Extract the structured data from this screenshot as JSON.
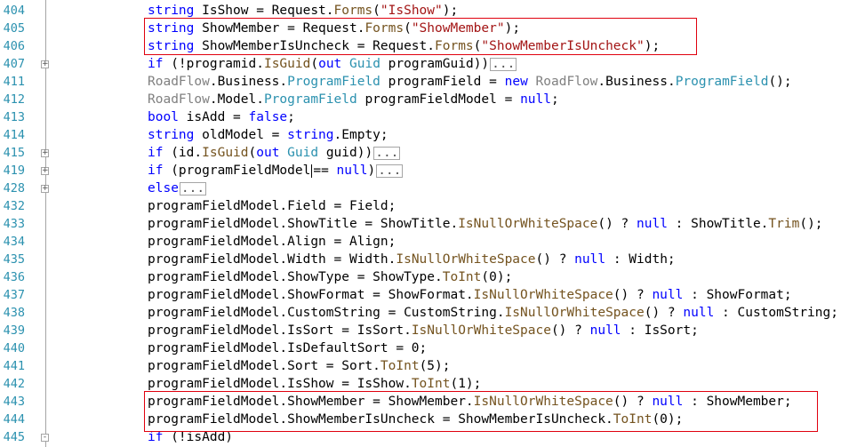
{
  "editor": {
    "lines": [
      {
        "num": "404",
        "fold": "",
        "segments": [
          [
            "string ",
            "kw"
          ],
          [
            "IsShow = Request.",
            "plain"
          ],
          [
            "Forms",
            "method"
          ],
          [
            "(",
            "plain"
          ],
          [
            "\"IsShow\"",
            "str"
          ],
          [
            ");",
            "plain"
          ]
        ]
      },
      {
        "num": "405",
        "fold": "",
        "segments": [
          [
            "string ",
            "kw"
          ],
          [
            "ShowMember = Request.",
            "plain"
          ],
          [
            "Forms",
            "method"
          ],
          [
            "(",
            "plain"
          ],
          [
            "\"ShowMember\"",
            "str"
          ],
          [
            ");",
            "plain"
          ]
        ]
      },
      {
        "num": "406",
        "fold": "",
        "segments": [
          [
            "string ",
            "kw"
          ],
          [
            "ShowMemberIsUncheck = Request.",
            "plain"
          ],
          [
            "Forms",
            "method"
          ],
          [
            "(",
            "plain"
          ],
          [
            "\"ShowMemberIsUncheck\"",
            "str"
          ],
          [
            ");",
            "plain"
          ]
        ]
      },
      {
        "num": "407",
        "fold": "+",
        "segments": [
          [
            "if ",
            "kw"
          ],
          [
            "(!programid.",
            "plain"
          ],
          [
            "IsGuid",
            "method"
          ],
          [
            "(",
            "plain"
          ],
          [
            "out ",
            "kw"
          ],
          [
            "Guid ",
            "type"
          ],
          [
            "programGuid))",
            "plain"
          ],
          [
            "...",
            "collapsed"
          ]
        ]
      },
      {
        "num": "411",
        "fold": "",
        "segments": [
          [
            "RoadFlow",
            "gray"
          ],
          [
            ".Business.",
            "plain"
          ],
          [
            "ProgramField ",
            "type"
          ],
          [
            "programField = ",
            "plain"
          ],
          [
            "new ",
            "kw"
          ],
          [
            "RoadFlow",
            "gray"
          ],
          [
            ".Business.",
            "plain"
          ],
          [
            "ProgramField",
            "type"
          ],
          [
            "();",
            "plain"
          ]
        ]
      },
      {
        "num": "412",
        "fold": "",
        "segments": [
          [
            "RoadFlow",
            "gray"
          ],
          [
            ".Model.",
            "plain"
          ],
          [
            "ProgramField ",
            "type"
          ],
          [
            "programFieldModel = ",
            "plain"
          ],
          [
            "null",
            "kw"
          ],
          [
            ";",
            "plain"
          ]
        ]
      },
      {
        "num": "413",
        "fold": "",
        "segments": [
          [
            "bool ",
            "kw"
          ],
          [
            "isAdd = ",
            "plain"
          ],
          [
            "false",
            "kw"
          ],
          [
            ";",
            "plain"
          ]
        ]
      },
      {
        "num": "414",
        "fold": "",
        "segments": [
          [
            "string ",
            "kw"
          ],
          [
            "oldModel = ",
            "plain"
          ],
          [
            "string",
            "kw"
          ],
          [
            ".Empty;",
            "plain"
          ]
        ]
      },
      {
        "num": "415",
        "fold": "+",
        "segments": [
          [
            "if ",
            "kw"
          ],
          [
            "(id.",
            "plain"
          ],
          [
            "IsGuid",
            "method"
          ],
          [
            "(",
            "plain"
          ],
          [
            "out ",
            "kw"
          ],
          [
            "Guid ",
            "type"
          ],
          [
            "guid))",
            "plain"
          ],
          [
            "...",
            "collapsed"
          ]
        ]
      },
      {
        "num": "419",
        "fold": "+",
        "segments": [
          [
            "if ",
            "kw"
          ],
          [
            "(programFieldModel",
            "plain"
          ],
          [
            "",
            "caret"
          ],
          [
            "== ",
            "plain"
          ],
          [
            "null",
            "kw"
          ],
          [
            ")",
            "plain"
          ],
          [
            "...",
            "collapsed"
          ]
        ]
      },
      {
        "num": "428",
        "fold": "+",
        "segments": [
          [
            "else",
            "kw"
          ],
          [
            "...",
            "collapsed"
          ]
        ]
      },
      {
        "num": "432",
        "fold": "",
        "segments": [
          [
            "programFieldModel.Field = Field;",
            "plain"
          ]
        ]
      },
      {
        "num": "433",
        "fold": "",
        "segments": [
          [
            "programFieldModel.ShowTitle = ShowTitle.",
            "plain"
          ],
          [
            "IsNullOrWhiteSpace",
            "method"
          ],
          [
            "() ? ",
            "plain"
          ],
          [
            "null ",
            "kw"
          ],
          [
            ": ShowTitle.",
            "plain"
          ],
          [
            "Trim",
            "method"
          ],
          [
            "();",
            "plain"
          ]
        ]
      },
      {
        "num": "434",
        "fold": "",
        "segments": [
          [
            "programFieldModel.Align = Align;",
            "plain"
          ]
        ]
      },
      {
        "num": "435",
        "fold": "",
        "segments": [
          [
            "programFieldModel.Width = Width.",
            "plain"
          ],
          [
            "IsNullOrWhiteSpace",
            "method"
          ],
          [
            "() ? ",
            "plain"
          ],
          [
            "null ",
            "kw"
          ],
          [
            ": Width;",
            "plain"
          ]
        ]
      },
      {
        "num": "436",
        "fold": "",
        "segments": [
          [
            "programFieldModel.ShowType = ShowType.",
            "plain"
          ],
          [
            "ToInt",
            "method"
          ],
          [
            "(0);",
            "plain"
          ]
        ]
      },
      {
        "num": "437",
        "fold": "",
        "segments": [
          [
            "programFieldModel.ShowFormat = ShowFormat.",
            "plain"
          ],
          [
            "IsNullOrWhiteSpace",
            "method"
          ],
          [
            "() ? ",
            "plain"
          ],
          [
            "null ",
            "kw"
          ],
          [
            ": ShowFormat;",
            "plain"
          ]
        ]
      },
      {
        "num": "438",
        "fold": "",
        "segments": [
          [
            "programFieldModel.CustomString = CustomString.",
            "plain"
          ],
          [
            "IsNullOrWhiteSpace",
            "method"
          ],
          [
            "() ? ",
            "plain"
          ],
          [
            "null ",
            "kw"
          ],
          [
            ": CustomString;",
            "plain"
          ]
        ]
      },
      {
        "num": "439",
        "fold": "",
        "segments": [
          [
            "programFieldModel.IsSort = IsSort.",
            "plain"
          ],
          [
            "IsNullOrWhiteSpace",
            "method"
          ],
          [
            "() ? ",
            "plain"
          ],
          [
            "null ",
            "kw"
          ],
          [
            ": IsSort;",
            "plain"
          ]
        ]
      },
      {
        "num": "440",
        "fold": "",
        "segments": [
          [
            "programFieldModel.IsDefaultSort = 0;",
            "plain"
          ]
        ]
      },
      {
        "num": "441",
        "fold": "",
        "segments": [
          [
            "programFieldModel.Sort = Sort.",
            "plain"
          ],
          [
            "ToInt",
            "method"
          ],
          [
            "(5);",
            "plain"
          ]
        ]
      },
      {
        "num": "442",
        "fold": "",
        "segments": [
          [
            "programFieldModel.IsShow = IsShow.",
            "plain"
          ],
          [
            "ToInt",
            "method"
          ],
          [
            "(1);",
            "plain"
          ]
        ]
      },
      {
        "num": "443",
        "fold": "",
        "segments": [
          [
            "programFieldModel.ShowMember = ShowMember.",
            "plain"
          ],
          [
            "IsNullOrWhiteSpace",
            "method"
          ],
          [
            "() ? ",
            "plain"
          ],
          [
            "null ",
            "kw"
          ],
          [
            ": ShowMember;",
            "plain"
          ]
        ]
      },
      {
        "num": "444",
        "fold": "",
        "segments": [
          [
            "programFieldModel.ShowMemberIsUncheck = ShowMemberIsUncheck.",
            "plain"
          ],
          [
            "ToInt",
            "method"
          ],
          [
            "(0);",
            "plain"
          ]
        ]
      },
      {
        "num": "445",
        "fold": "-",
        "segments": [
          [
            "if ",
            "kw"
          ],
          [
            "(!isAdd)",
            "plain"
          ]
        ]
      }
    ]
  },
  "colors": {
    "kw": "#0000ff",
    "type": "#2b91af",
    "method": "#74531f",
    "str": "#a31515",
    "gray": "#808080",
    "plain": "#000000",
    "linenum": "#2b91af",
    "highlight_box": "#e0000e"
  }
}
